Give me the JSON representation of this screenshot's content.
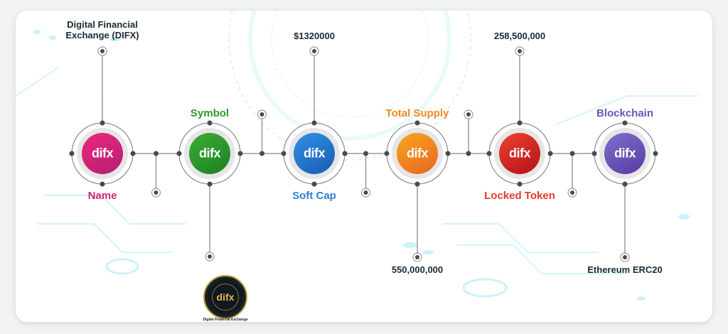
{
  "nodes": [
    {
      "title": "Name",
      "value": "Digital Financial Exchange (DIFX)",
      "title_color": "#d6246e",
      "grad": [
        "#e8287a",
        "#b71f73"
      ],
      "title_pos": "below",
      "value_pos": "above"
    },
    {
      "title": "Symbol",
      "value": "",
      "title_color": "#2f9a2a",
      "grad": [
        "#3aa936",
        "#1d8423"
      ],
      "title_pos": "above",
      "value_pos": "below-coin"
    },
    {
      "title": "Soft Cap",
      "value": "$1320000",
      "title_color": "#2c7fd2",
      "grad": [
        "#2f8de0",
        "#1c5fb5"
      ],
      "title_pos": "below",
      "value_pos": "above"
    },
    {
      "title": "Total Supply",
      "value": "550,000,000",
      "title_color": "#ef8a25",
      "grad": [
        "#f6a21f",
        "#e96a1f"
      ],
      "title_pos": "above",
      "value_pos": "below"
    },
    {
      "title": "Locked Token",
      "value": "258,500,000",
      "title_color": "#e23a2a",
      "grad": [
        "#e8402c",
        "#b8141b"
      ],
      "title_pos": "below",
      "value_pos": "above"
    },
    {
      "title": "Blockchain",
      "value": "Ethereum ERC20",
      "title_color": "#6a55b8",
      "grad": [
        "#7b6cc7",
        "#5a3ea8"
      ],
      "title_pos": "above",
      "value_pos": "below"
    }
  ],
  "logo_text": "difx",
  "coin": {
    "text": "difx",
    "caption": "Digital Financial Exchange"
  },
  "colors": {
    "line": "#9a9a9a",
    "dot": "#4a4a4a",
    "ring": "#e6e6e6",
    "bg_accent": "#bff2f7"
  }
}
